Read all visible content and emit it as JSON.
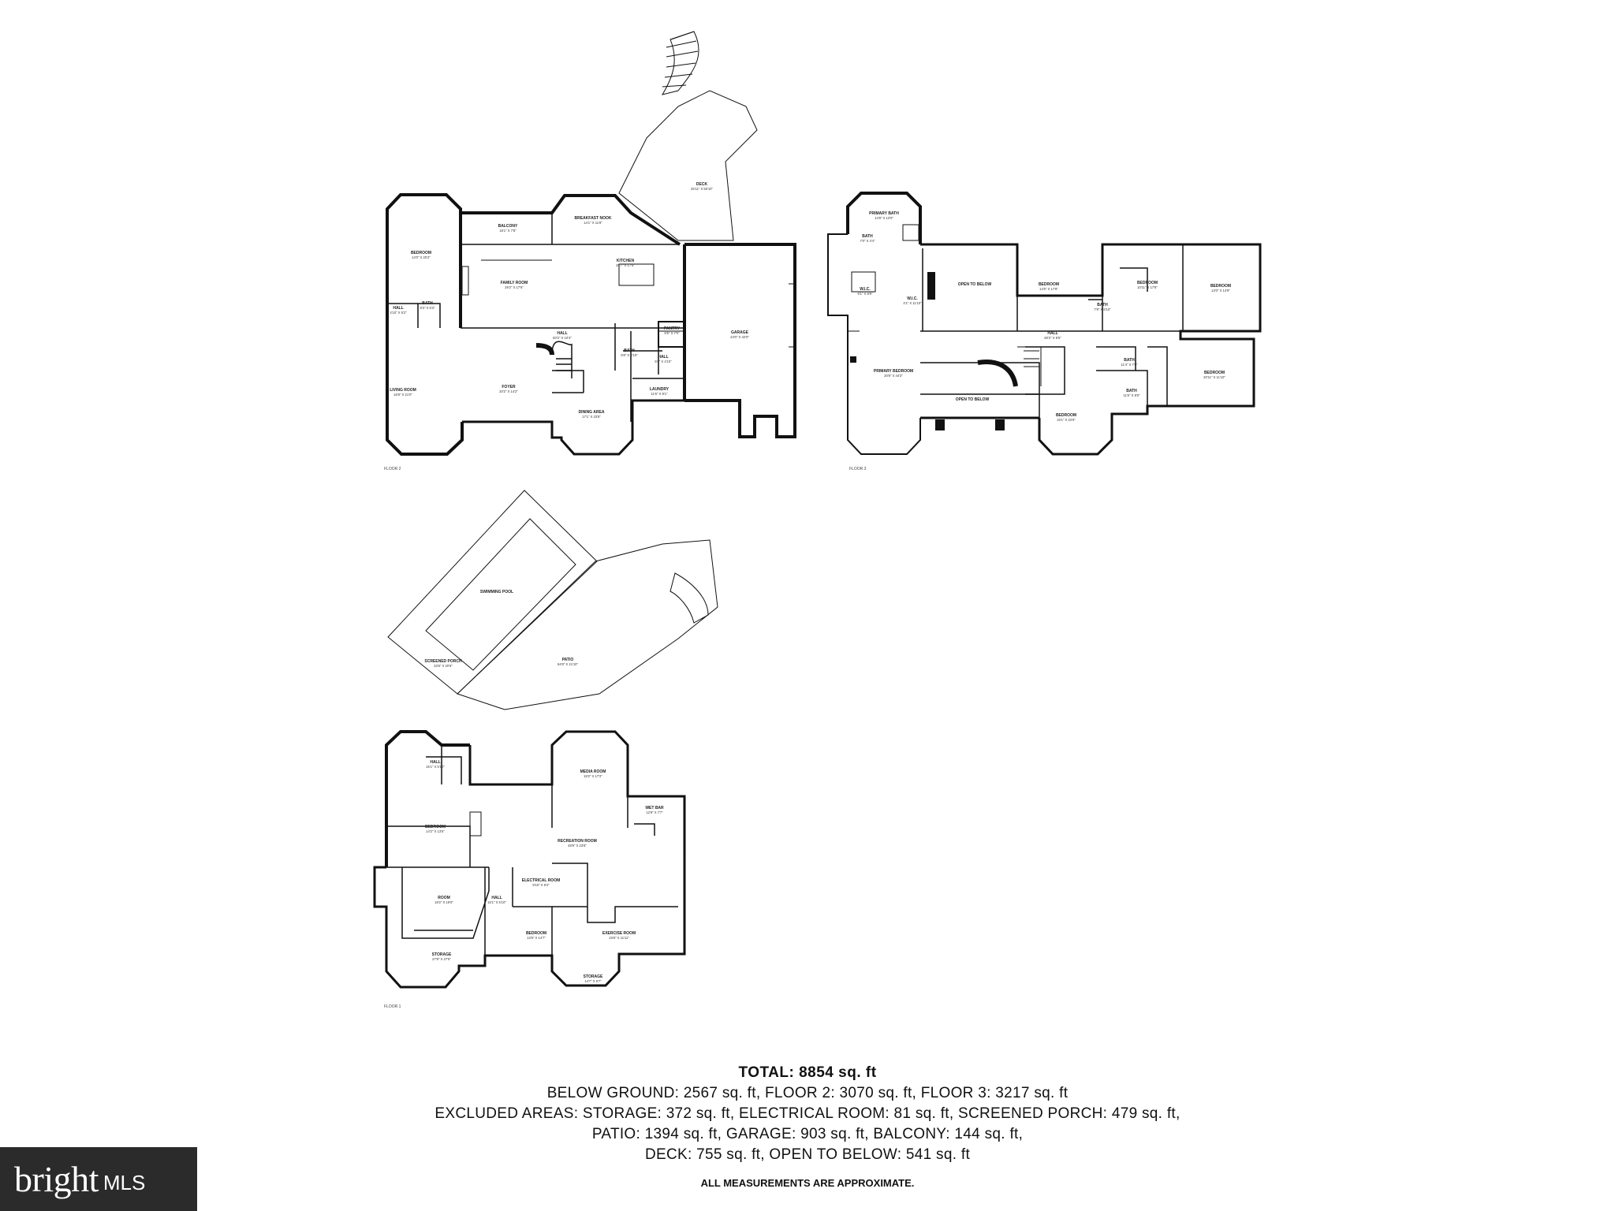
{
  "floors": [
    {
      "label": "FLOOR 2",
      "rooms": [
        {
          "name": "BEDROOM",
          "dims": "14'0\" X 20'2\""
        },
        {
          "name": "HALL",
          "dims": "4'10\" X 5'2\""
        },
        {
          "name": "BATH",
          "dims": "9'3\" X 5'3\""
        },
        {
          "name": "BALCONY",
          "dims": "15'1\" X 7'8\""
        },
        {
          "name": "BREAKFAST NOOK",
          "dims": "14'1\" X 11'8\""
        },
        {
          "name": "DECK",
          "dims": "25'11\" X 50'10\""
        },
        {
          "name": "FAMILY ROOM",
          "dims": "29'2\" X 17'6\""
        },
        {
          "name": "KITCHEN",
          "dims": "26'7\" X 17'6\""
        },
        {
          "name": "PANTRY",
          "dims": "5'5\" X 7'0\""
        },
        {
          "name": "GARAGE",
          "dims": "23'0\" X 42'0\""
        },
        {
          "name": "HALL",
          "dims": "60'2\" X 10'4\""
        },
        {
          "name": "BATH",
          "dims": "5'6\" X 4'10\""
        },
        {
          "name": "HALL",
          "dims": "5'6\" X 4'10\""
        },
        {
          "name": "LIVING ROOM",
          "dims": "16'8\" X 21'0\""
        },
        {
          "name": "FOYER",
          "dims": "20'2\" X 14'2\""
        },
        {
          "name": "LAUNDRY",
          "dims": "11'6\" X 8'1\""
        },
        {
          "name": "DINING AREA",
          "dims": "17'1\" X 23'8\""
        }
      ]
    },
    {
      "label": "FLOOR 3",
      "rooms": [
        {
          "name": "PRIMARY BATH",
          "dims": "14'8\" X 13'0\""
        },
        {
          "name": "BATH",
          "dims": "7'0\" X 4'4\""
        },
        {
          "name": "W.I.C.",
          "dims": "6'1\" X 8'9\""
        },
        {
          "name": "W.I.C.",
          "dims": "4'1\" X 11'10\""
        },
        {
          "name": "OPEN TO BELOW",
          "dims": ""
        },
        {
          "name": "BEDROOM",
          "dims": "14'5\" X 17'8\""
        },
        {
          "name": "BEDROOM",
          "dims": "10'11\" X 17'8\""
        },
        {
          "name": "BEDROOM",
          "dims": "13'0\" X 14'9\""
        },
        {
          "name": "BATH",
          "dims": "7'9\" X 8'10\""
        },
        {
          "name": "HALL",
          "dims": "60'2\" X 8'5\""
        },
        {
          "name": "PRIMARY BEDROOM",
          "dims": "20'8\" X 44'3\""
        },
        {
          "name": "OPEN TO BELOW",
          "dims": ""
        },
        {
          "name": "BATH",
          "dims": "11'4\" X 7'0\""
        },
        {
          "name": "BATH",
          "dims": "11'6\" X 8'0\""
        },
        {
          "name": "BEDROOM",
          "dims": "20'11\" X 11'10\""
        },
        {
          "name": "BEDROOM",
          "dims": "16'1\" X 22'6\""
        }
      ]
    },
    {
      "label": "FLOOR 1",
      "rooms": [
        {
          "name": "SWIMMING POOL",
          "dims": ""
        },
        {
          "name": "SCREENED PORCH",
          "dims": "33'5\" X 20'6\""
        },
        {
          "name": "PATIO",
          "dims": "64'6\" X 21'10\""
        },
        {
          "name": "MEDIA ROOM",
          "dims": "18'2\" X 17'2\""
        },
        {
          "name": "WET BAR",
          "dims": "12'8\" X 7'7\""
        },
        {
          "name": "HALL",
          "dims": "15'1\" X 5'10\""
        },
        {
          "name": "BEDROOM",
          "dims": "14'2\" X 13'5\""
        },
        {
          "name": "RECREATION ROOM",
          "dims": "48'9\" X 23'8\""
        },
        {
          "name": "ROOM",
          "dims": "18'2\" X 19'0\""
        },
        {
          "name": "ELECTRICAL ROOM",
          "dims": "8'10\" X 9'2\""
        },
        {
          "name": "HALL",
          "dims": "15'1\" X 5'10\""
        },
        {
          "name": "BEDROOM",
          "dims": "13'6\" X 14'7\""
        },
        {
          "name": "EXERCISE ROOM",
          "dims": "23'6\" X 11'11\""
        },
        {
          "name": "STORAGE",
          "dims": "27'8\" X 27'6\""
        },
        {
          "name": "STORAGE",
          "dims": "14'7\" X 6'7\""
        }
      ]
    }
  ],
  "summary": {
    "total": "TOTAL: 8854 sq. ft",
    "lines": [
      "BELOW GROUND: 2567 sq. ft, FLOOR 2: 3070 sq. ft, FLOOR 3: 3217 sq. ft",
      "EXCLUDED AREAS: STORAGE: 372 sq. ft, ELECTRICAL ROOM: 81 sq. ft, SCREENED PORCH: 479 sq. ft,",
      "PATIO: 1394 sq. ft, GARAGE: 903 sq. ft, BALCONY: 144 sq. ft,",
      "DECK: 755 sq. ft, OPEN TO BELOW: 541 sq. ft"
    ],
    "note": "ALL MEASUREMENTS ARE APPROXIMATE."
  },
  "logo": {
    "brand": "bright",
    "suffix": "MLS"
  },
  "colors": {
    "wall": "#111111",
    "thin_line": "#555555",
    "logo_bg": "#2b2b2b"
  }
}
